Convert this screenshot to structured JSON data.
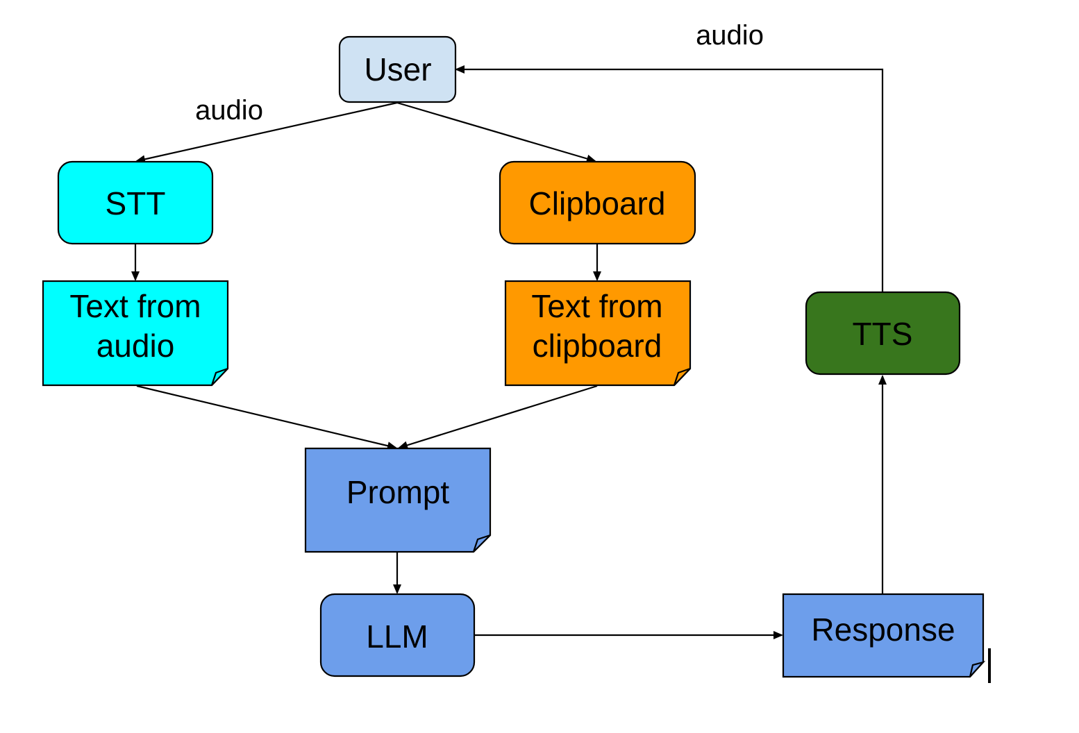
{
  "colors": {
    "user": "#cfe2f3",
    "stt": "#00ffff",
    "clipboard": "#ff9900",
    "blue": "#6d9eeb",
    "tts": "#38761d",
    "stroke": "#000000"
  },
  "nodes": {
    "user": {
      "label": "User"
    },
    "stt": {
      "label": "STT"
    },
    "clipboard": {
      "label": "Clipboard"
    },
    "text_from_audio": {
      "line1": "Text from",
      "line2": "audio"
    },
    "text_from_clipboard": {
      "line1": "Text from",
      "line2": "clipboard"
    },
    "prompt": {
      "label": "Prompt"
    },
    "llm": {
      "label": "LLM"
    },
    "response": {
      "label": "Response"
    },
    "tts": {
      "label": "TTS"
    }
  },
  "edges": {
    "user_to_stt_label": "audio",
    "tts_to_user_label": "audio"
  }
}
